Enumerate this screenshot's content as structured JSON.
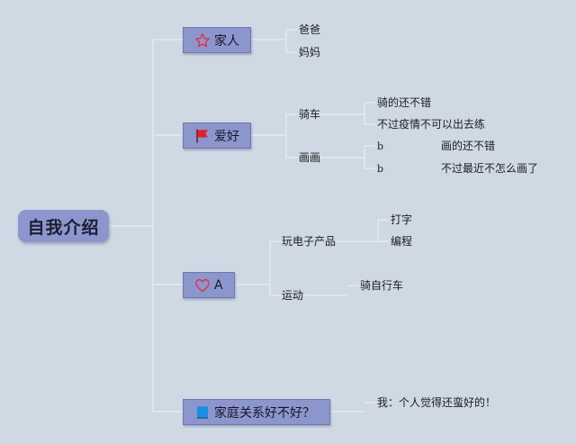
{
  "root": {
    "label": "自我介绍"
  },
  "categories": [
    {
      "label": "家人",
      "icon": "star-outline-icon",
      "icon_color": "#e0323a"
    },
    {
      "label": "爱好",
      "icon": "red-flag-icon",
      "icon_color": "#e0202a"
    },
    {
      "label": "A",
      "icon": "heart-outline-icon",
      "icon_color": "#e0323a"
    },
    {
      "label": "家庭关系好不好？",
      "icon": "blue-square-icon",
      "icon_color": "#1c8ee0"
    }
  ],
  "family": {
    "dad": "爸爸",
    "mom": "妈妈"
  },
  "hobbies": {
    "cycling": {
      "label": "骑车",
      "notes": [
        "骑的还不错",
        "不过疫情不可以出去练"
      ]
    },
    "painting": {
      "label": "画画",
      "notes": [
        {
          "marker": "b",
          "text": "画的还不错"
        },
        {
          "marker": "b",
          "text": "不过最近不怎么画了"
        }
      ]
    }
  },
  "a_branch": {
    "electronics": {
      "label": "玩电子产品",
      "items": [
        "打字",
        "编程"
      ]
    },
    "sports": {
      "label": "运动",
      "items": [
        "骑自行车"
      ]
    }
  },
  "relationship": {
    "answer": "我：个人觉得还蛮好的！"
  },
  "colors": {
    "background": "#cfd9e4",
    "node": "#8d96cc",
    "connector": "#e8edf3"
  }
}
